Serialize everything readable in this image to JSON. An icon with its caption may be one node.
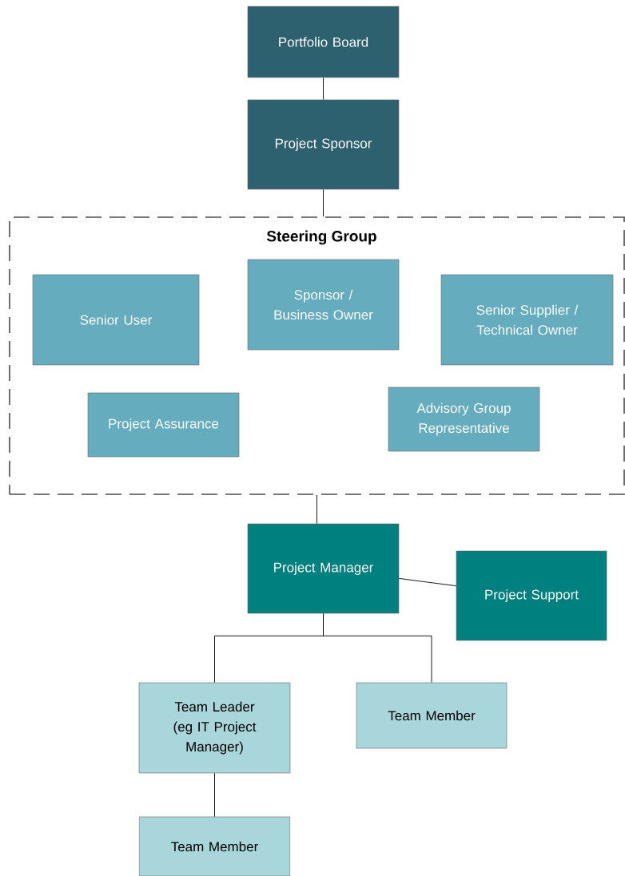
{
  "diagram": {
    "nodes": [
      {
        "text": [
          "Portfolio Board"
        ]
      },
      {
        "text": [
          "Project Sponsor"
        ]
      },
      {
        "text": [
          "Steering Group"
        ]
      },
      {
        "text": [
          "Senior User"
        ],
        "in": 2
      },
      {
        "text": [
          "Sponsor / Business Owner"
        ],
        "in": 2
      },
      {
        "text": [
          "Senior Supplier / Technical Owner"
        ],
        "in": 2
      },
      {
        "text": [
          "Project Assurance"
        ],
        "in": 2
      },
      {
        "text": [
          "Advisory Group Representative"
        ],
        "in": 2
      },
      {
        "text": [
          "Project Manager"
        ]
      },
      {
        "text": [
          "Project Support"
        ]
      },
      {
        "text": [
          "Team Leader (eg IT Project Manager)"
        ]
      },
      {
        "text": [
          "Team Member"
        ]
      },
      {
        "text": [
          "Team Member"
        ]
      }
    ],
    "edges": [
      {
        "from": 0,
        "to": 1,
        "arrow": "none"
      },
      {
        "from": 1,
        "to": 2,
        "arrow": "none"
      },
      {
        "from": 2,
        "to": 8,
        "arrow": "none"
      },
      {
        "from": 8,
        "to": 9,
        "arrow": "none"
      },
      {
        "from": 8,
        "to": 10,
        "arrow": "none"
      },
      {
        "from": 8,
        "to": 11,
        "arrow": "none"
      },
      {
        "from": 10,
        "to": 12,
        "arrow": "none"
      }
    ]
  }
}
